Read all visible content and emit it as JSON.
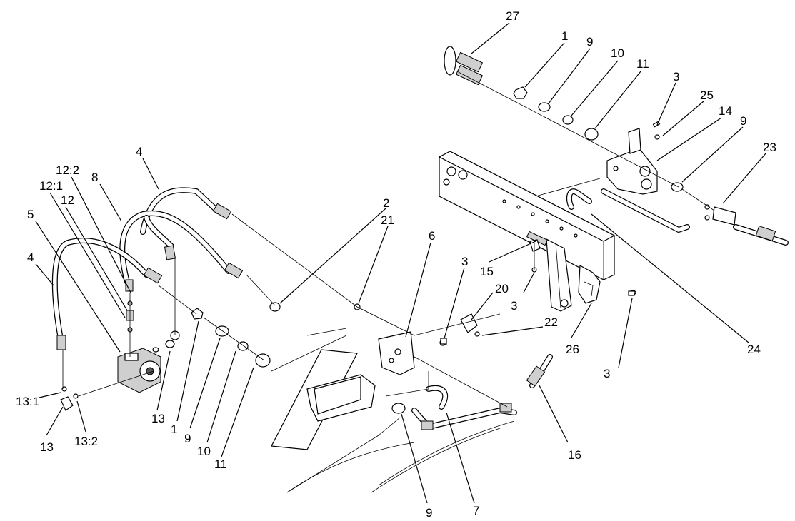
{
  "callouts": {
    "c27": "27",
    "c1a": "1",
    "c9a": "9",
    "c10a": "10",
    "c11a": "11",
    "c3a": "3",
    "c25": "25",
    "c14": "14",
    "c9b": "9",
    "c23": "23",
    "c4a": "4",
    "c12_2": "12:2",
    "c8": "8",
    "c12_1": "12:1",
    "c12": "12",
    "c5": "5",
    "c4b": "4",
    "c2": "2",
    "c21": "21",
    "c6": "6",
    "c3b": "3",
    "c20": "20",
    "c15": "15",
    "c3c": "3",
    "c22": "22",
    "c26": "26",
    "c24": "24",
    "c3d": "3",
    "c13_1": "13:1",
    "c13a": "13",
    "c13_2": "13:2",
    "c13b": "13",
    "c1b": "1",
    "c9c": "9",
    "c10b": "10",
    "c11b": "11",
    "c16": "16",
    "c9d": "9",
    "c7": "7"
  }
}
